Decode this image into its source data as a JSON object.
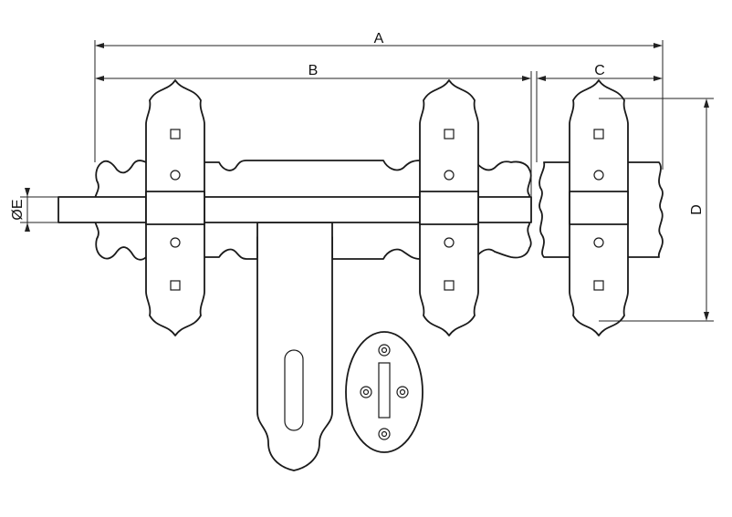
{
  "dimensions": {
    "a": "A",
    "b": "B",
    "c": "C",
    "d": "D",
    "e": "ØE"
  },
  "colors": {
    "line": "#1a1a1a",
    "background": "#ffffff"
  }
}
